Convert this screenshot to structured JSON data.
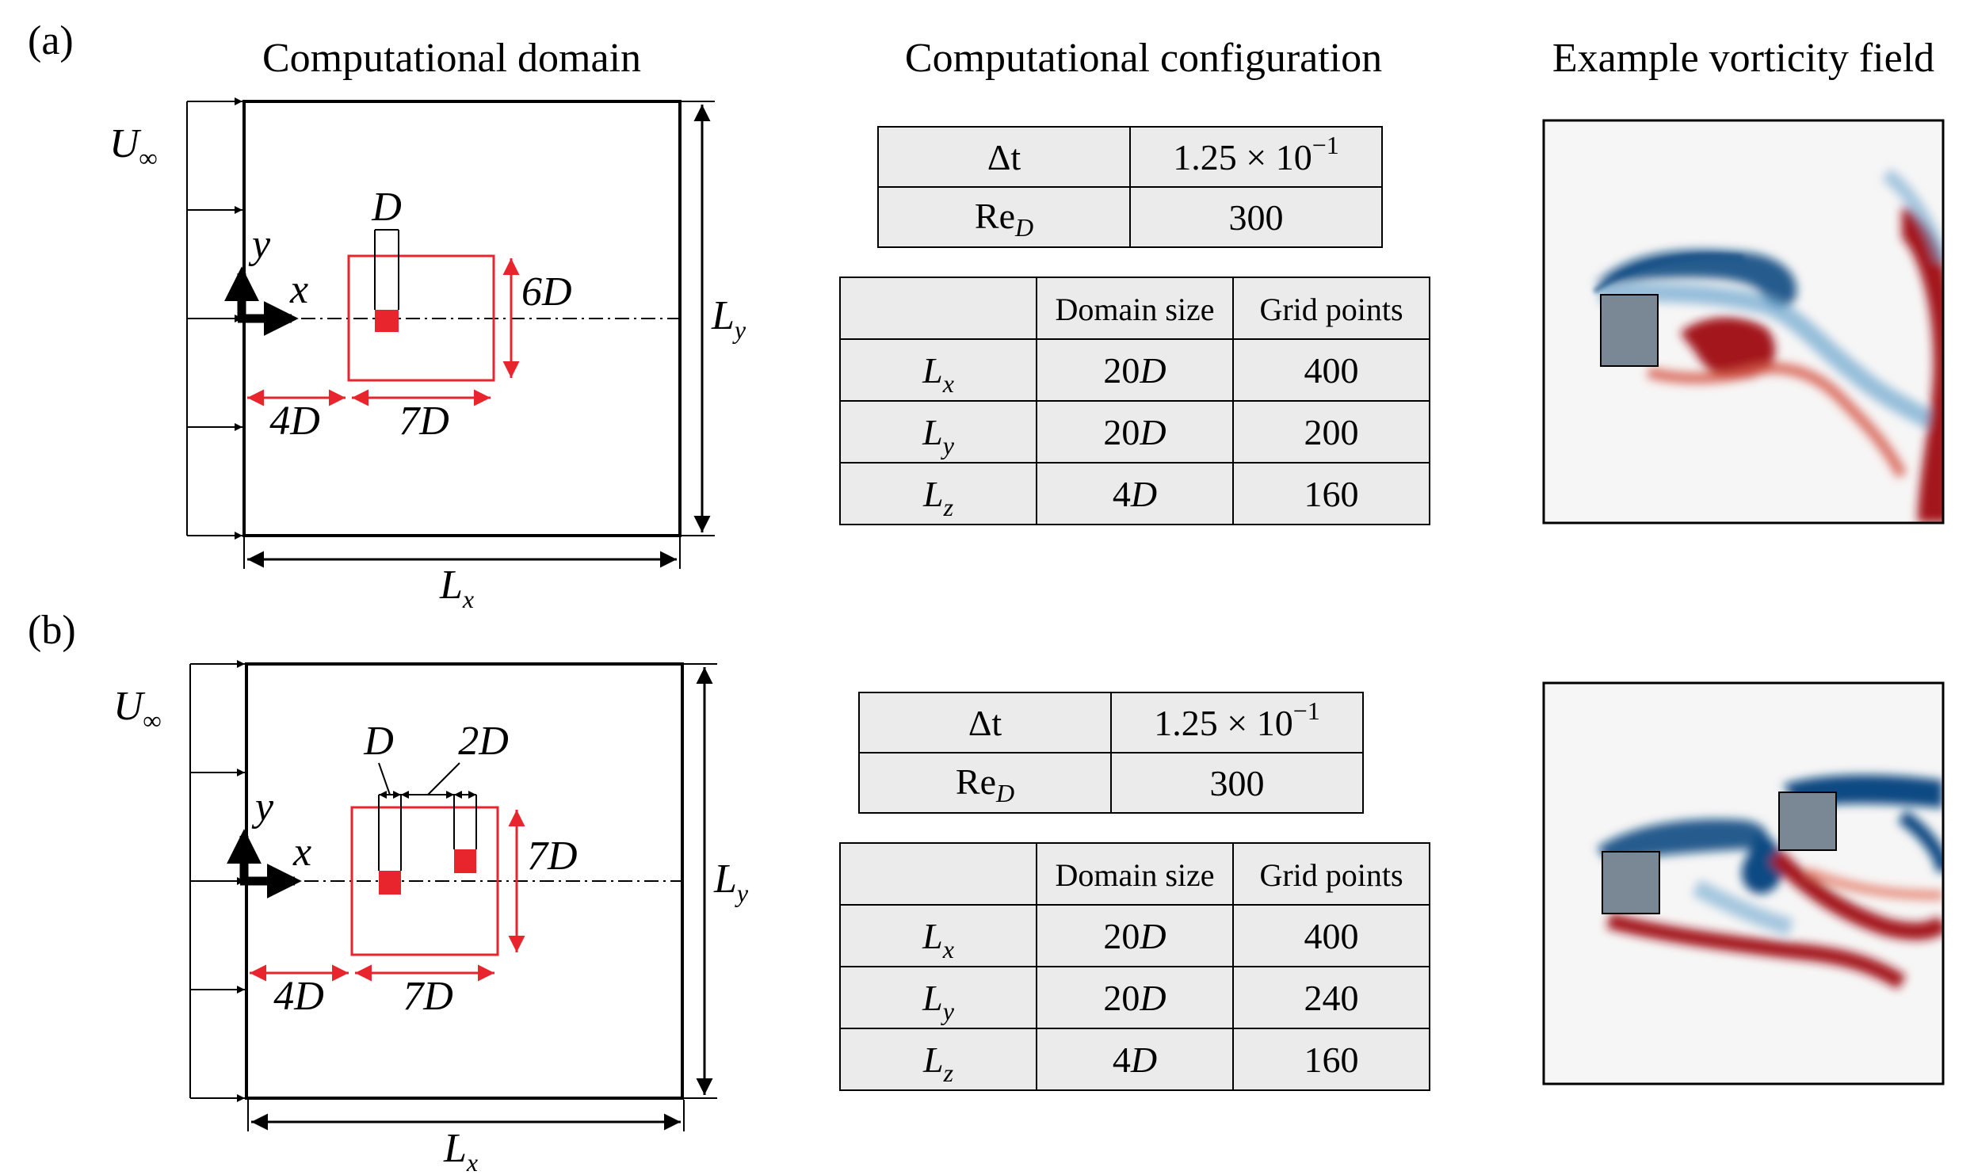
{
  "titles": {
    "domain": "Computational domain",
    "config": "Computational configuration",
    "vorticity": "Example vorticity field"
  },
  "panels": [
    {
      "label": "(a)",
      "inflow": "U",
      "inflow_sub": "∞",
      "cyl_dim": "D",
      "window_height": "6D",
      "upstream": "4D",
      "window_length": "7D",
      "axis_x": "x",
      "axis_y": "y",
      "dim_lx": "L",
      "dim_lx_sub": "x",
      "dim_ly": "L",
      "dim_ly_sub": "y",
      "params": {
        "dt_label": "Δt",
        "dt_value": "1.25 × 10",
        "dt_exp": "−1",
        "re_label": "Re",
        "re_sub": "D",
        "re_value": "300"
      },
      "grid": {
        "headers": [
          "",
          "Domain size",
          "Grid points"
        ],
        "rows": [
          {
            "dir": "L",
            "sub": "x",
            "size": "20",
            "unit": "D",
            "points": "400"
          },
          {
            "dir": "L",
            "sub": "y",
            "size": "20",
            "unit": "D",
            "points": "200"
          },
          {
            "dir": "L",
            "sub": "z",
            "size": "4",
            "unit": "D",
            "points": "160"
          }
        ]
      }
    },
    {
      "label": "(b)",
      "inflow": "U",
      "inflow_sub": "∞",
      "cyl_dim": "D",
      "gap_dim": "2D",
      "window_height": "7D",
      "upstream": "4D",
      "window_length": "7D",
      "axis_x": "x",
      "axis_y": "y",
      "dim_lx": "L",
      "dim_lx_sub": "x",
      "dim_ly": "L",
      "dim_ly_sub": "y",
      "params": {
        "dt_label": "Δt",
        "dt_value": "1.25 × 10",
        "dt_exp": "−1",
        "re_label": "Re",
        "re_sub": "D",
        "re_value": "300"
      },
      "grid": {
        "headers": [
          "",
          "Domain size",
          "Grid points"
        ],
        "rows": [
          {
            "dir": "L",
            "sub": "x",
            "size": "20",
            "unit": "D",
            "points": "400"
          },
          {
            "dir": "L",
            "sub": "y",
            "size": "20",
            "unit": "D",
            "points": "240"
          },
          {
            "dir": "L",
            "sub": "z",
            "size": "4",
            "unit": "D",
            "points": "160"
          }
        ]
      }
    }
  ],
  "colors": {
    "accent_red": "#e8242c",
    "table_fill": "#ebebeb",
    "body_gray": "#7a8896",
    "vort_negative": "#0d4a82",
    "vort_positive": "#a3121c"
  }
}
